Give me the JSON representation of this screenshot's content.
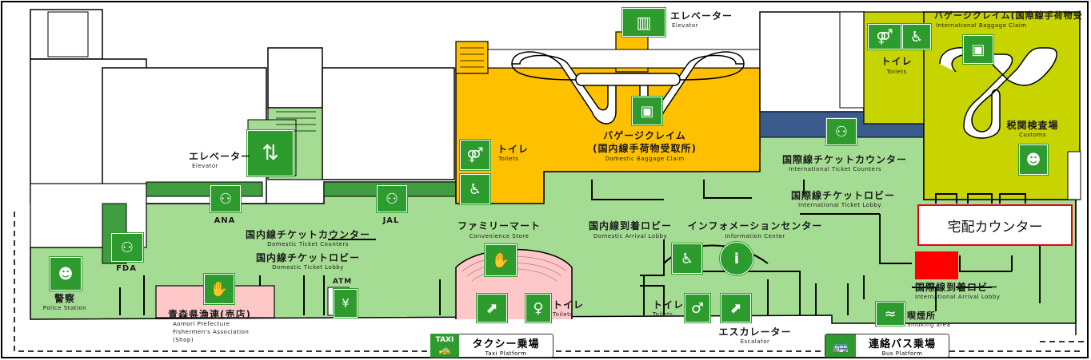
{
  "map": {
    "labels": {
      "elevator_left_jp": "エレベーター",
      "elevator_left_en": "Elevator",
      "elevator_top_jp": "エレベーター",
      "elevator_top_en": "Elevator",
      "ana": "ANA",
      "jal": "JAL",
      "fda": "FDA",
      "dom_ticket_counter_jp": "国内線チケットカウンター",
      "dom_ticket_counter_en": "Domestic Ticket Counters",
      "dom_ticket_lobby_jp": "国内線チケットロビー",
      "dom_ticket_lobby_en": "Domestic Ticket Lobby",
      "atm": "ATM",
      "police_jp": "警察",
      "police_en": "Police Station",
      "aomori_shop_jp": "青森県漁連(売店)",
      "aomori_shop_en1": "Aomori Prefecture",
      "aomori_shop_en2": "Fishermen's Association",
      "aomori_shop_en3": "(Shop)",
      "family_mart_jp": "ファミリーマート",
      "family_mart_en": "Convenience Store",
      "dom_baggage_jp1": "バゲージクレイム",
      "dom_baggage_jp2": "(国内線手荷物受取所)",
      "dom_baggage_en": "Domestic Baggage Claim",
      "toilet_yellow_jp": "トイレ",
      "toilet_yellow_en": "Toilets",
      "dom_arrival_lobby_jp": "国内線到着ロビー",
      "dom_arrival_lobby_en": "Domestic Arrival Lobby",
      "info_center_jp": "インフォメーションセンター",
      "info_center_en": "Information Center",
      "toilet_bottom1_jp": "トイレ",
      "toilet_bottom1_en": "Toilets",
      "toilet_bottom2_jp": "トイレ",
      "toilet_bottom2_en": "Toilets",
      "escalator_jp": "エスカレーター",
      "escalator_en": "Escalator",
      "intl_ticket_counter_jp": "国際線チケットカウンター",
      "intl_ticket_counter_en": "International Ticket Counters",
      "intl_ticket_lobby_jp": "国際線チケットロビー",
      "intl_ticket_lobby_en": "International Ticket Lobby",
      "toilet_intl_jp": "トイレ",
      "toilet_intl_en": "Toilets",
      "intl_baggage_jp": "バゲージクレイム(国際線手荷物受",
      "intl_baggage_en": "International Baggage Claim",
      "customs_jp": "税関検査場",
      "customs_en": "Customs",
      "intl_arrival_lobby_jp": "国際線到着ロビー",
      "intl_arrival_lobby_en": "International Arrival Lobby",
      "smoking_jp": "喫煙所",
      "smoking_en": "Smoking area",
      "taxi_tag": "TAXI",
      "taxi_jp": "タクシー乗場",
      "taxi_en": "Taxi Platform",
      "bus_jp": "連絡バス乗場",
      "bus_en": "Bus Platform"
    },
    "callout": {
      "delivery_counter": "宅配カウンター"
    },
    "colors": {
      "domestic_area": "#a5dc93",
      "baggage_area": "#ffc000",
      "international_area": "#c8d400",
      "counter_strip": "#3a5c8c",
      "icon_green": "#2e9b2e",
      "callout_border": "#e60012",
      "marker_red": "#ff0000"
    },
    "icons": [
      "elevator-icon",
      "people-counter-icon",
      "toilet-icon",
      "wheelchair-icon",
      "baggage-icon",
      "police-icon",
      "shopping-icon",
      "atm-icon",
      "escalator-icon",
      "information-icon",
      "customs-icon",
      "smoking-icon",
      "taxi-icon",
      "bus-icon"
    ]
  }
}
